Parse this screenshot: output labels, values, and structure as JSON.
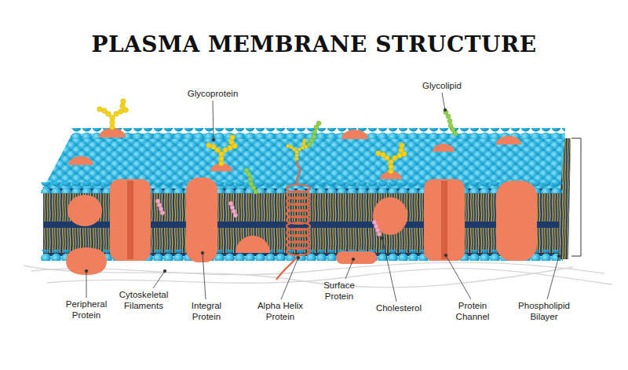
{
  "diagram": {
    "title": "PLASMA MEMBRANE STRUCTURE",
    "labels": [
      "Glycoprotein",
      "Glycolipid",
      "Peripheral Protein",
      "Cytoskeletal Filaments",
      "Integral Protein",
      "Alpha Helix Protein",
      "Surface Protein",
      "Cholesterol",
      "Protein Channel",
      "Phospholipid Bilayer"
    ]
  }
}
